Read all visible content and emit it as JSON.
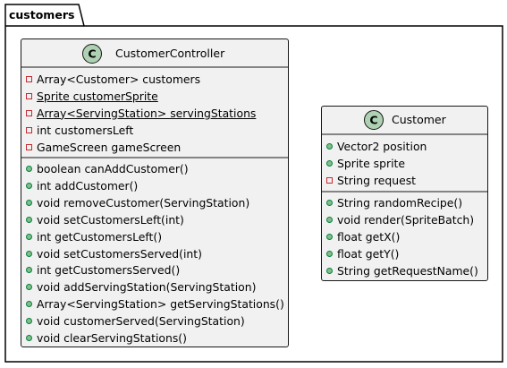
{
  "package": {
    "name": "customers"
  },
  "classes": {
    "controller": {
      "stereotype_letter": "C",
      "name": "CustomerController",
      "fields": [
        {
          "vis": "private",
          "text": "Array<Customer> customers",
          "static": false
        },
        {
          "vis": "private",
          "text": "Sprite customerSprite",
          "static": true
        },
        {
          "vis": "private",
          "text": "Array<ServingStation> servingStations",
          "static": true
        },
        {
          "vis": "private",
          "text": "int customersLeft",
          "static": false
        },
        {
          "vis": "private",
          "text": "GameScreen gameScreen",
          "static": false
        }
      ],
      "methods": [
        {
          "vis": "public",
          "text": "boolean canAddCustomer()"
        },
        {
          "vis": "public",
          "text": "int addCustomer()"
        },
        {
          "vis": "public",
          "text": "void removeCustomer(ServingStation)"
        },
        {
          "vis": "public",
          "text": "void setCustomersLeft(int)"
        },
        {
          "vis": "public",
          "text": "int getCustomersLeft()"
        },
        {
          "vis": "public",
          "text": "void setCustomersServed(int)"
        },
        {
          "vis": "public",
          "text": "int getCustomersServed()"
        },
        {
          "vis": "public",
          "text": "void addServingStation(ServingStation)"
        },
        {
          "vis": "public",
          "text": "Array<ServingStation> getServingStations()"
        },
        {
          "vis": "public",
          "text": "void customerServed(ServingStation)"
        },
        {
          "vis": "public",
          "text": "void clearServingStations()"
        }
      ]
    },
    "customer": {
      "stereotype_letter": "C",
      "name": "Customer",
      "fields": [
        {
          "vis": "public",
          "text": "Vector2 position",
          "static": false
        },
        {
          "vis": "public",
          "text": "Sprite sprite",
          "static": false
        },
        {
          "vis": "private",
          "text": "String request",
          "static": false
        }
      ],
      "methods": [
        {
          "vis": "public",
          "text": "String randomRecipe()"
        },
        {
          "vis": "public",
          "text": "void render(SpriteBatch)"
        },
        {
          "vis": "public",
          "text": "float getX()"
        },
        {
          "vis": "public",
          "text": "float getY()"
        },
        {
          "vis": "public",
          "text": "String getRequestName()"
        }
      ]
    }
  },
  "colors": {
    "class_fill": "#F1F1F1",
    "class_border": "#181818",
    "stereotype_circle": "#ADD1B2",
    "private_marker": "#C82930",
    "public_marker_fill": "#84BE84",
    "public_marker_border": "#038048"
  }
}
